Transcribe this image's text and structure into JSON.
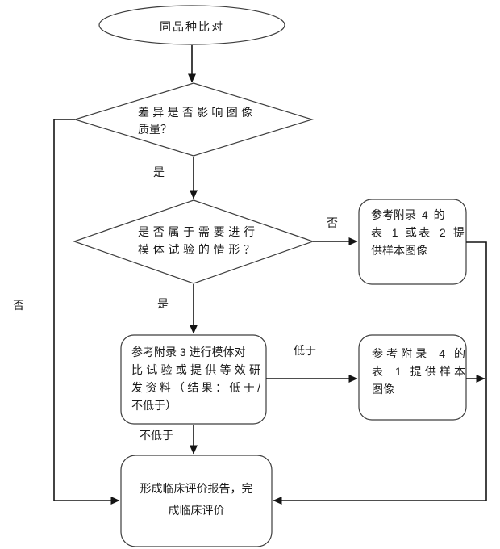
{
  "nodes": {
    "start": {
      "label": "同品种比对"
    },
    "decision_image_quality": {
      "lines": [
        "差异是否影响图像",
        "质量？"
      ]
    },
    "decision_phantom_needed": {
      "lines": [
        "是否属于需要进行",
        "模体试验的情形？"
      ]
    },
    "process_appendix4_table1or2": {
      "lines": [
        "参考附录 4 的",
        "表 1 或表 2 提",
        "供样本图像"
      ]
    },
    "process_appendix3_phantom": {
      "lines": [
        "参考附录 3 进行模体对",
        "比试验或提供等效研",
        "发资料（结果：低于/",
        "不低于）"
      ]
    },
    "process_appendix4_table1": {
      "lines": [
        "参考附录 4 的",
        "表 1 提供样本",
        "图像"
      ]
    },
    "process_clinical_report": {
      "lines": [
        "形成临床评价报告，完",
        "成临床评价"
      ]
    }
  },
  "edge_labels": {
    "yes_1": "是",
    "yes_2": "是",
    "no_left": "否",
    "no_right": "否",
    "lower": "低于",
    "not_lower": "不低于"
  },
  "colors": {
    "shape_stroke": "#3d3d3d",
    "connector_stroke": "#141414",
    "text": "#1a1a1a",
    "background": "#ffffff"
  }
}
